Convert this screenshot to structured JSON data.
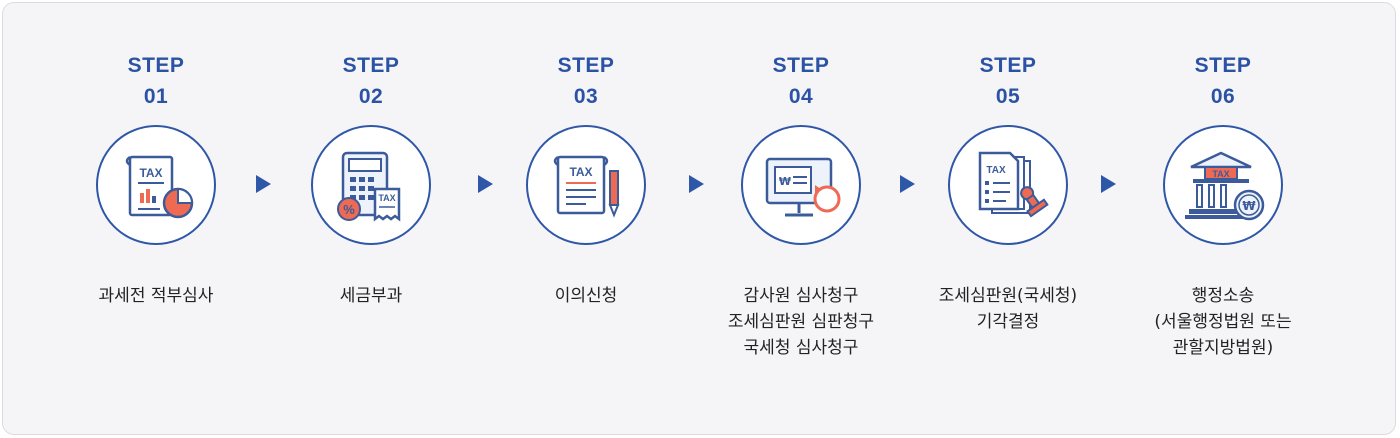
{
  "steps": [
    {
      "label": "STEP",
      "number": "01",
      "icon": "tax-document-pie-chart-icon",
      "caption": [
        "과세전 적부심사"
      ]
    },
    {
      "label": "STEP",
      "number": "02",
      "icon": "calculator-tax-receipt-icon",
      "caption": [
        "세금부과"
      ]
    },
    {
      "label": "STEP",
      "number": "03",
      "icon": "tax-scroll-pen-icon",
      "caption": [
        "이의신청"
      ]
    },
    {
      "label": "STEP",
      "number": "04",
      "icon": "monitor-won-refresh-icon",
      "caption": [
        "감사원 심사청구",
        "조세심판원 심판청구",
        "국세청 심사청구"
      ]
    },
    {
      "label": "STEP",
      "number": "05",
      "icon": "tax-documents-stamp-icon",
      "caption": [
        "조세심판원(국세청)",
        "기각결정"
      ]
    },
    {
      "label": "STEP",
      "number": "06",
      "icon": "court-building-won-coin-icon",
      "caption": [
        "행정소송",
        "(서울행정법원 또는",
        "관할지방법원)"
      ]
    }
  ],
  "icon_texts": {
    "tax": "TAX",
    "won": "₩",
    "percent": "%"
  },
  "colors": {
    "accent": "#2f57a8",
    "icon_red": "#ef6a52",
    "icon_blue": "#3b5b9a",
    "panel_bg": "#f5f5f7"
  }
}
